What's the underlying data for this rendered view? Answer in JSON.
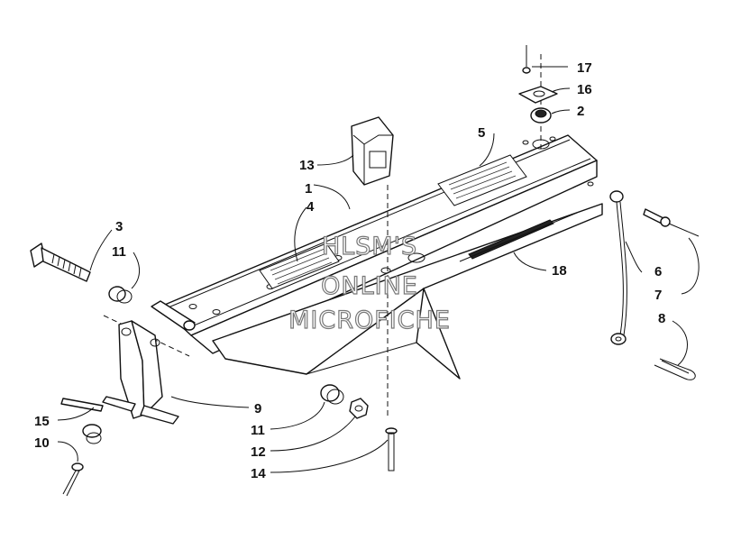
{
  "watermark": {
    "line1": "HLSM'S",
    "line2": "ONLINE",
    "line3": "MICROFICHE"
  },
  "callouts": {
    "c1": "1",
    "c2": "2",
    "c3": "3",
    "c4": "4",
    "c5": "5",
    "c6": "6",
    "c7": "7",
    "c8": "8",
    "c9": "9",
    "c10": "10",
    "c11a": "11",
    "c11b": "11",
    "c12": "12",
    "c13": "13",
    "c14": "14",
    "c15": "15",
    "c16": "16",
    "c17": "17",
    "c18": "18"
  }
}
